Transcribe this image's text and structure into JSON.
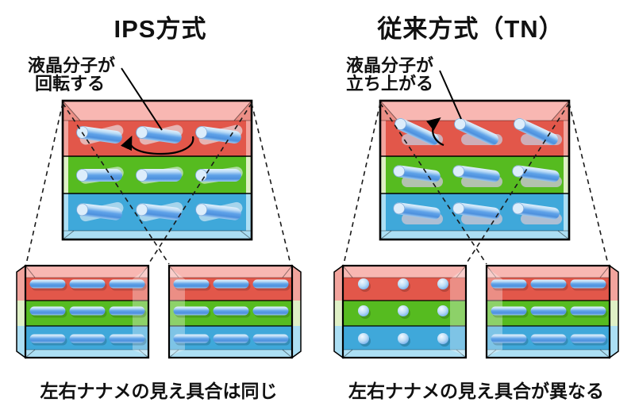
{
  "diagram": {
    "left": {
      "title": "IPS方式",
      "annotation_line1": "液晶分子が",
      "annotation_line2": "回転する",
      "caption": "左右ナナメの見え具合は同じ"
    },
    "right": {
      "title": "従来方式（TN）",
      "annotation_line1": "液晶分子が",
      "annotation_line2": "立ち上がる",
      "caption": "左右ナナメの見え具合が異なる"
    }
  },
  "colors": {
    "background": "#ffffff",
    "text": "#111111",
    "panel_border": "#000000",
    "dashed_line": "#1a1a1a",
    "arrow": "#000000",
    "red_stripe": "#E2574A",
    "red_bevel_light": "#F8B7B2",
    "red_bevel_mid": "#F2A49D",
    "red_bevel_dark": "#EC8F86",
    "green_stripe": "#56BB20",
    "green_bevel_light": "#DFF0C6",
    "blue_stripe": "#3FA8DA",
    "blue_bevel_light": "#ACDFF4",
    "molecule_highlight": "#E2F0FC",
    "molecule_light": "#BBDCF6",
    "molecule_mid": "#5FA2E8",
    "molecule_deep": "#4D90DD",
    "molecule_sheen": "#9FCAF1",
    "molecule_cap": "#DCEDFB",
    "ghost_ips": "#EAF2F9",
    "ghost_tn": "#C9C4D2"
  }
}
